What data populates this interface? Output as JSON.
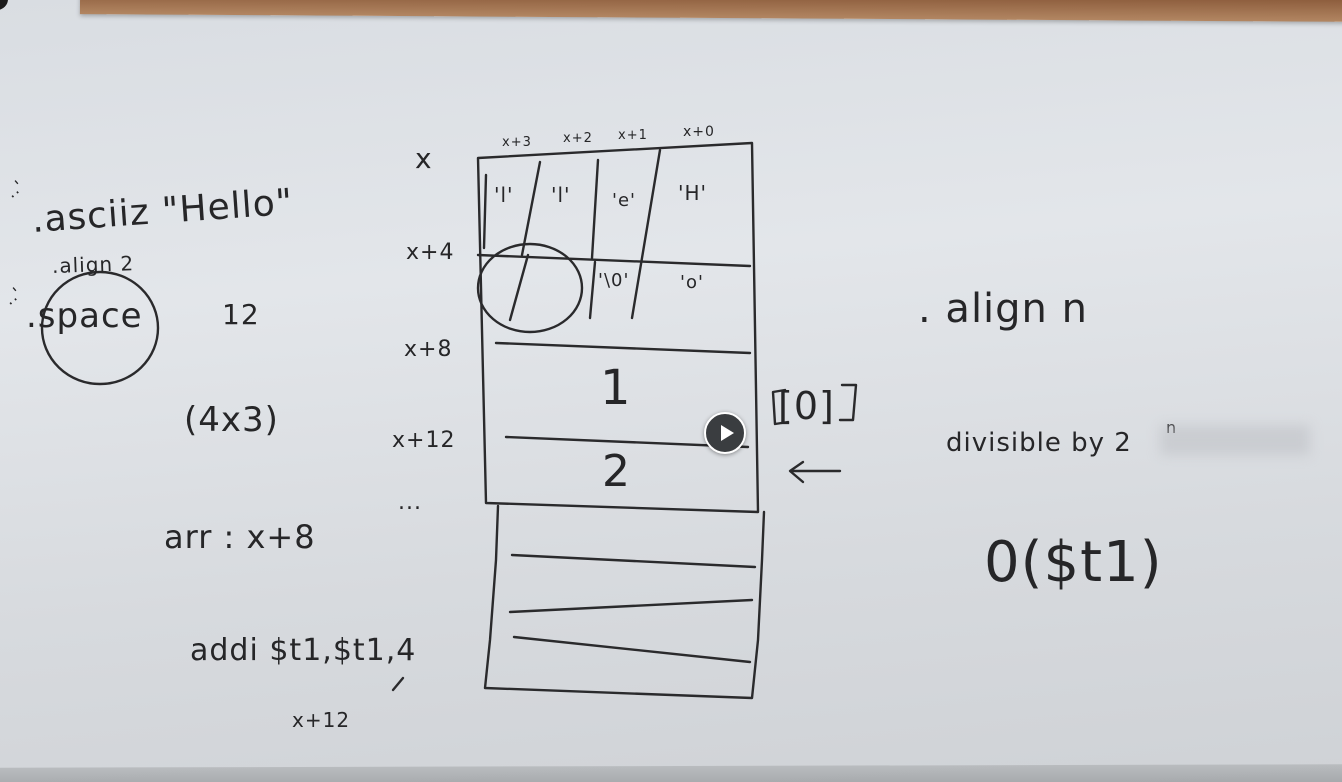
{
  "board": {
    "left": {
      "dots1": "..'",
      "ascii": ".asciiz \"Hello\"",
      "align2": ".align 2",
      "dots2": "..'",
      "space": ".space",
      "num12": "12",
      "expr": "(4x3)",
      "arr": "arr : x+8",
      "addi": "addi $t1,$t1,4",
      "x12": "x+12"
    },
    "diagram": {
      "col_headers": [
        "x+3",
        "x+2",
        "x+1",
        "x+0"
      ],
      "row_labels": [
        "x",
        "x+4",
        "x+8",
        "x+12",
        "..."
      ],
      "row0_cells": [
        "'l'",
        "'l'",
        "'e'",
        "'H'"
      ],
      "row1_cells": [
        "'\\0'",
        "'o'"
      ],
      "value1": "1",
      "value2": "2",
      "index_label": "[0]",
      "arrow": "←"
    },
    "right": {
      "align_n": ". align n",
      "divisible": "divisible by 2",
      "superscript": "n",
      "offset": "0($t1)"
    }
  },
  "player": {
    "play_icon": "play-icon"
  }
}
